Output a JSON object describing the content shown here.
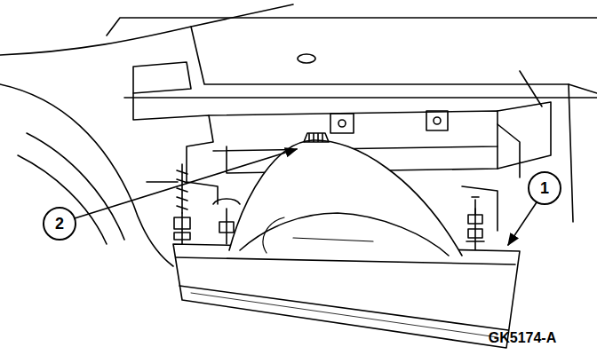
{
  "diagram": {
    "labels": [
      "1",
      "2",
      "GK5174-A"
    ]
  }
}
